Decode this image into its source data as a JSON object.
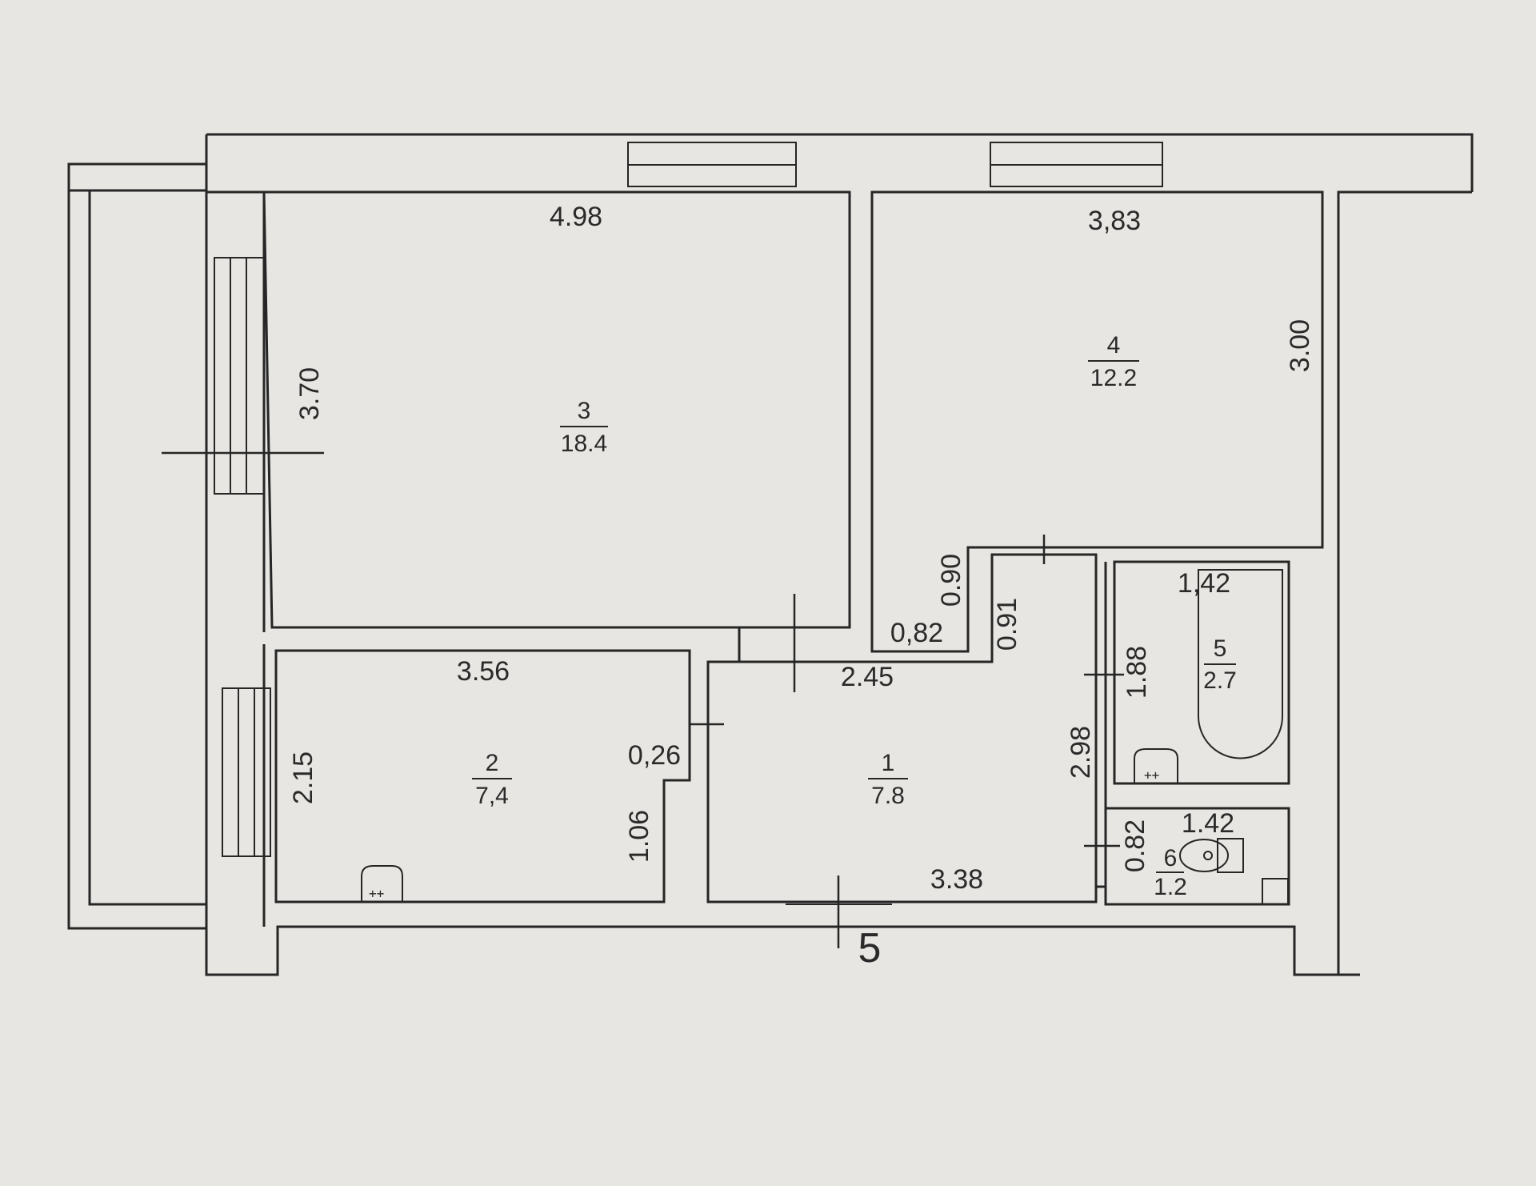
{
  "rooms": [
    {
      "number": "1",
      "area": "7.8"
    },
    {
      "number": "2",
      "area": "7,4"
    },
    {
      "number": "3",
      "area": "18.4"
    },
    {
      "number": "4",
      "area": "12.2"
    },
    {
      "number": "5",
      "area": "2.7"
    },
    {
      "number": "6",
      "area": "1.2"
    }
  ],
  "dimensions": {
    "room3_width": "4.98",
    "room3_depth": "3.70",
    "room4_width": "3,83",
    "room4_depth": "3.00",
    "room2_width": "3.56",
    "room2_depth": "2.15",
    "room2_jog_depth": "1.06",
    "room2_jog_width": "0,26",
    "corridor_width": "2.45",
    "corridor_depth": "2.98",
    "corridor_bottom": "3.38",
    "niche_width": "0,82",
    "niche_depth_a": "0.90",
    "niche_depth_b": "0.91",
    "bath_width": "1,42",
    "bath_depth": "1.88",
    "wc_width": "1.42",
    "wc_depth": "0.82"
  },
  "section_mark": "5"
}
